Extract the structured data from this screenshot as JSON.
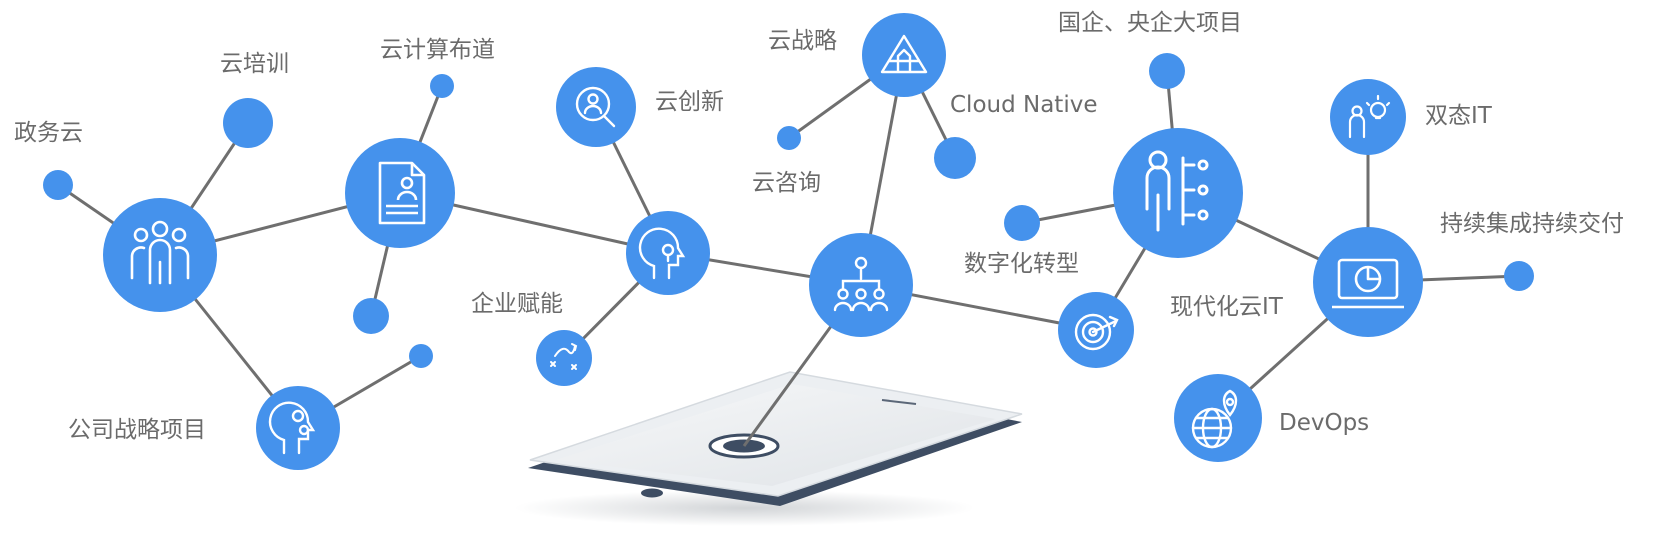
{
  "colors": {
    "node": "#4592ec",
    "edge": "#6f6f6f",
    "label": "#6b6b6b",
    "tablet": "#e9ecef"
  },
  "labels": {
    "zhengwuyun": "政务云",
    "yunpeixun": "云培训",
    "yunjisuan": "云计算布道",
    "gongsi": "公司战略项目",
    "qiye": "企业赋能",
    "yunchuangxin": "云创新",
    "yunzhanlue": "云战略",
    "cloudnative": "Cloud Native",
    "yunzixun": "云咨询",
    "guoqi": "国企、央企大项目",
    "shuzihua": "数字化转型",
    "xiandaihua": "现代化云IT",
    "shuangtai": "双态IT",
    "chixu": "持续集成持续交付",
    "devops": "DevOps"
  },
  "icons": {
    "team": "team-icon",
    "document": "document-icon",
    "brain": "brain-gears-icon",
    "search": "search-person-icon",
    "idea": "idea-head-icon",
    "strategy": "strategy-icon",
    "pyramid": "pyramid-icon",
    "hierarchy": "hierarchy-icon",
    "person": "person-list-icon",
    "target": "target-icon",
    "bulb": "person-bulb-icon",
    "monitor": "monitor-chart-icon",
    "globe": "globe-pin-icon"
  }
}
